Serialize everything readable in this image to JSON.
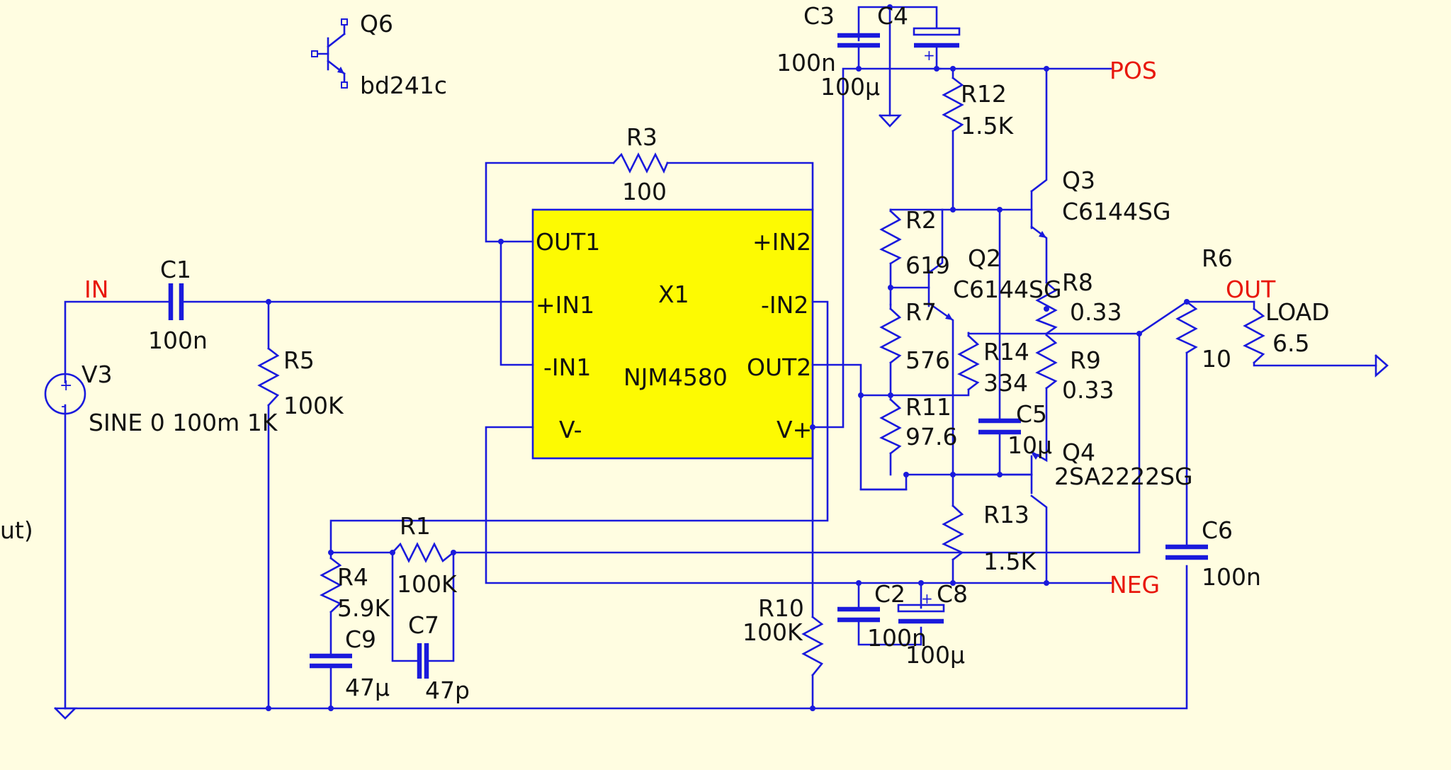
{
  "colors": {
    "background": "#fffde1",
    "wire": "#1a1adc",
    "net_label": "#e8170c",
    "text": "#111111",
    "ic_fill": "#fdfa02"
  },
  "nets": {
    "in": "IN",
    "out": "OUT",
    "pos": "POS",
    "neg": "NEG"
  },
  "components": {
    "q6": {
      "name": "Q6",
      "value": "bd241c"
    },
    "q3": {
      "name": "Q3",
      "value": "C6144SG"
    },
    "q2": {
      "name": "Q2",
      "value": "C6144SG"
    },
    "q4": {
      "name": "Q4",
      "value": "2SA2222SG"
    },
    "c1": {
      "name": "C1",
      "value": "100n"
    },
    "c2": {
      "name": "C2",
      "value": "100n"
    },
    "c3": {
      "name": "C3",
      "value": "100n"
    },
    "c4": {
      "name": "C4",
      "value": "100µ"
    },
    "c5": {
      "name": "C5",
      "value": "10µ"
    },
    "c6": {
      "name": "C6",
      "value": "100n"
    },
    "c7": {
      "name": "C7",
      "value": "47p"
    },
    "c8": {
      "name": "C8",
      "value": "100µ"
    },
    "c9": {
      "name": "C9",
      "value": "47µ"
    },
    "r1": {
      "name": "R1",
      "value": "100K"
    },
    "r2": {
      "name": "R2",
      "value": "619"
    },
    "r3": {
      "name": "R3",
      "value": "100"
    },
    "r4": {
      "name": "R4",
      "value": "5.9K"
    },
    "r5": {
      "name": "R5",
      "value": "100K"
    },
    "r6": {
      "name": "R6",
      "value": "10"
    },
    "r7": {
      "name": "R7",
      "value": "576"
    },
    "r8": {
      "name": "R8",
      "value": "0.33"
    },
    "r9": {
      "name": "R9",
      "value": "0.33"
    },
    "r10": {
      "name": "R10",
      "value": "100K"
    },
    "r11": {
      "name": "R11",
      "value": "97.6"
    },
    "r12": {
      "name": "R12",
      "value": "1.5K"
    },
    "r13": {
      "name": "R13",
      "value": "1.5K"
    },
    "r14": {
      "name": "R14",
      "value": "334"
    },
    "load": {
      "name": "LOAD",
      "value": "6.5"
    },
    "v3": {
      "name": "V3",
      "value": "SINE 0 100m 1K"
    },
    "x1": {
      "name": "X1",
      "part": "NJM4580",
      "pins": {
        "out1": "OUT1",
        "pin1": "+IN1",
        "nin1": "-IN1",
        "vneg": "V-",
        "pin2": "+IN2",
        "nin2": "-IN2",
        "out2": "OUT2",
        "vpos": "V+"
      }
    }
  },
  "cut_text": "ut)"
}
